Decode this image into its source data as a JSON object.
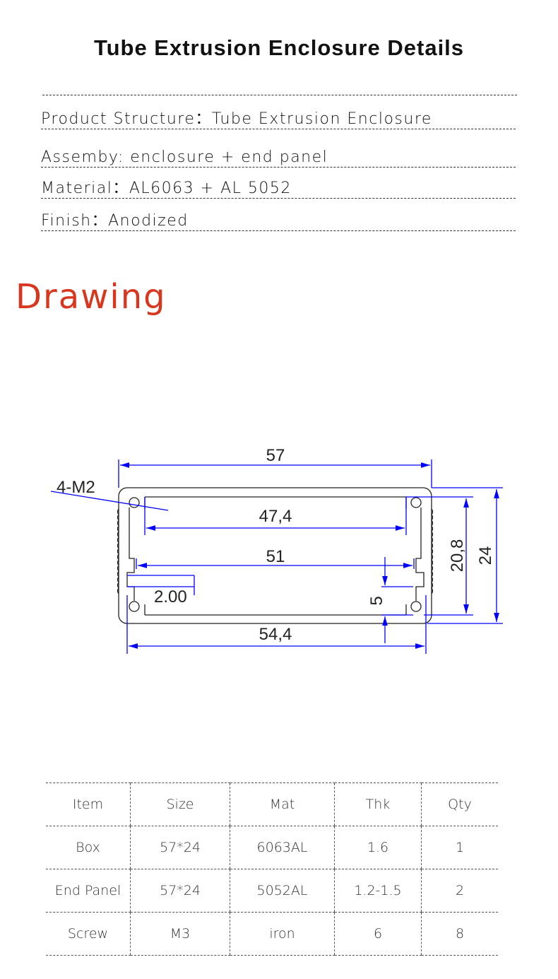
{
  "title": "Tube Extrusion Enclosure Details",
  "specs": [
    "Product Structure：Tube Extrusion Enclosure",
    "Assemby:  enclosure + end panel",
    "Material：AL6063 + AL 5052",
    "Finish：Anodized"
  ],
  "drawing_heading": "Drawing",
  "drawing": {
    "width": "57",
    "hole_label": "4-M2",
    "inner_top": "47,4",
    "inner_mid": "51",
    "slot": "2.00",
    "gap": "5",
    "bottom": "54,4",
    "inner_height": "20,8",
    "height": "24",
    "dim_color": "#0000ff"
  },
  "table": {
    "headers": [
      "Item",
      "Size",
      "Mat",
      "Thk",
      "Qty"
    ],
    "rows": [
      [
        "Box",
        "57*24",
        "6063AL",
        "1.6",
        "1"
      ],
      [
        "End Panel",
        "57*24",
        "5052AL",
        "1.2-1.5",
        "2"
      ],
      [
        "Screw",
        "M3",
        "iron",
        "6",
        "8"
      ]
    ]
  }
}
